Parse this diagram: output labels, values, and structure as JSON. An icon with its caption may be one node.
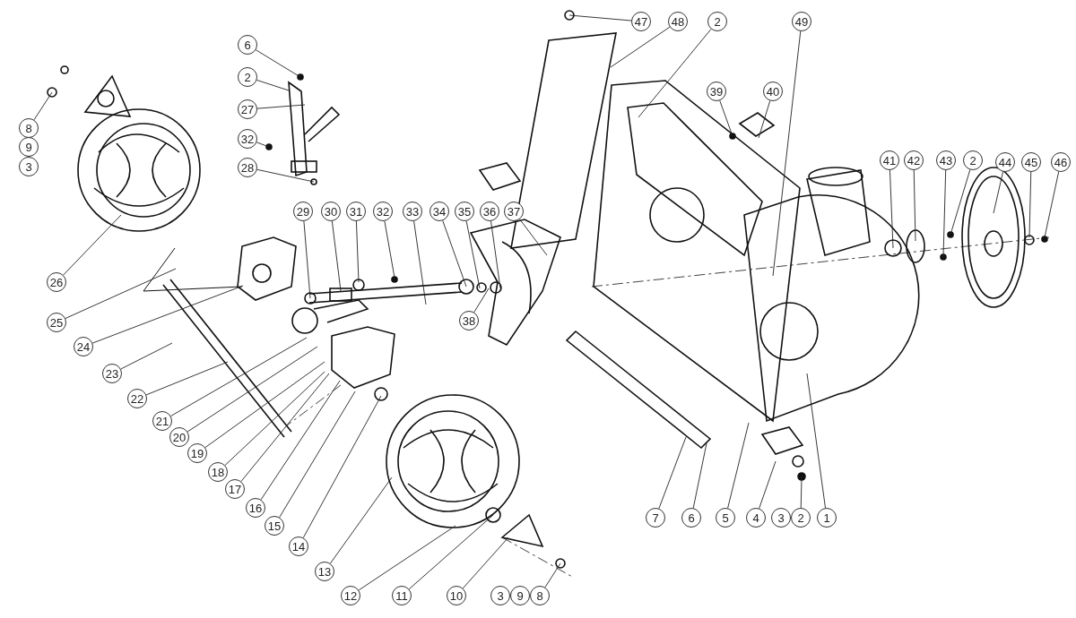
{
  "diagram": {
    "nodes": [
      {
        "text": [
          "47"
        ]
      },
      {
        "text": [
          "48"
        ]
      },
      {
        "text": [
          "2"
        ]
      },
      {
        "text": [
          "49"
        ]
      },
      {
        "text": [
          "6"
        ]
      },
      {
        "text": [
          "2"
        ]
      },
      {
        "text": [
          "27"
        ]
      },
      {
        "text": [
          "32"
        ]
      },
      {
        "text": [
          "28"
        ]
      },
      {
        "text": [
          "8"
        ]
      },
      {
        "text": [
          "9"
        ]
      },
      {
        "text": [
          "3"
        ]
      },
      {
        "text": [
          "39"
        ]
      },
      {
        "text": [
          "40"
        ]
      },
      {
        "text": [
          "41"
        ]
      },
      {
        "text": [
          "42"
        ]
      },
      {
        "text": [
          "43"
        ]
      },
      {
        "text": [
          "2"
        ]
      },
      {
        "text": [
          "44"
        ]
      },
      {
        "text": [
          "45"
        ]
      },
      {
        "text": [
          "46"
        ]
      },
      {
        "text": [
          "29"
        ]
      },
      {
        "text": [
          "30"
        ]
      },
      {
        "text": [
          "31"
        ]
      },
      {
        "text": [
          "32"
        ]
      },
      {
        "text": [
          "33"
        ]
      },
      {
        "text": [
          "34"
        ]
      },
      {
        "text": [
          "35"
        ]
      },
      {
        "text": [
          "36"
        ]
      },
      {
        "text": [
          "37"
        ]
      },
      {
        "text": [
          "26"
        ]
      },
      {
        "text": [
          "38"
        ]
      },
      {
        "text": [
          "25"
        ]
      },
      {
        "text": [
          "24"
        ]
      },
      {
        "text": [
          "23"
        ]
      },
      {
        "text": [
          "22"
        ]
      },
      {
        "text": [
          "21"
        ]
      },
      {
        "text": [
          "20"
        ]
      },
      {
        "text": [
          "19"
        ]
      },
      {
        "text": [
          "18"
        ]
      },
      {
        "text": [
          "17"
        ]
      },
      {
        "text": [
          "16"
        ]
      },
      {
        "text": [
          "15"
        ]
      },
      {
        "text": [
          "14"
        ]
      },
      {
        "text": [
          "13"
        ]
      },
      {
        "text": [
          "12"
        ]
      },
      {
        "text": [
          "11"
        ]
      },
      {
        "text": [
          "10"
        ]
      },
      {
        "text": [
          "3"
        ]
      },
      {
        "text": [
          "9"
        ]
      },
      {
        "text": [
          "8"
        ]
      },
      {
        "text": [
          "7"
        ]
      },
      {
        "text": [
          "6"
        ]
      },
      {
        "text": [
          "5"
        ]
      },
      {
        "text": [
          "4"
        ]
      },
      {
        "text": [
          "3"
        ]
      },
      {
        "text": [
          "2"
        ]
      },
      {
        "text": [
          "1"
        ]
      }
    ],
    "edges": [
      {
        "from": 0,
        "to": null,
        "arrow": "none"
      },
      {
        "from": 1,
        "to": null,
        "arrow": "none"
      },
      {
        "from": 2,
        "to": null,
        "arrow": "none"
      },
      {
        "from": 3,
        "to": null,
        "arrow": "none"
      },
      {
        "from": 4,
        "to": null,
        "arrow": "none"
      },
      {
        "from": 5,
        "to": null,
        "arrow": "none"
      },
      {
        "from": 6,
        "to": null,
        "arrow": "none"
      },
      {
        "from": 7,
        "to": null,
        "arrow": "none"
      },
      {
        "from": 8,
        "to": null,
        "arrow": "none"
      },
      {
        "from": 9,
        "to": null,
        "arrow": "none"
      },
      {
        "from": 12,
        "to": null,
        "arrow": "none"
      },
      {
        "from": 13,
        "to": null,
        "arrow": "none"
      },
      {
        "from": 14,
        "to": null,
        "arrow": "none"
      },
      {
        "from": 15,
        "to": null,
        "arrow": "none"
      },
      {
        "from": 16,
        "to": null,
        "arrow": "none"
      },
      {
        "from": 17,
        "to": null,
        "arrow": "none"
      },
      {
        "from": 18,
        "to": null,
        "arrow": "none"
      },
      {
        "from": 19,
        "to": null,
        "arrow": "none"
      },
      {
        "from": 20,
        "to": null,
        "arrow": "none"
      },
      {
        "from": 21,
        "to": null,
        "arrow": "none"
      },
      {
        "from": 22,
        "to": null,
        "arrow": "none"
      },
      {
        "from": 23,
        "to": null,
        "arrow": "none"
      },
      {
        "from": 24,
        "to": null,
        "arrow": "none"
      },
      {
        "from": 25,
        "to": null,
        "arrow": "none"
      },
      {
        "from": 26,
        "to": null,
        "arrow": "none"
      },
      {
        "from": 27,
        "to": null,
        "arrow": "none"
      },
      {
        "from": 28,
        "to": null,
        "arrow": "none"
      },
      {
        "from": 29,
        "to": null,
        "arrow": "none"
      },
      {
        "from": 30,
        "to": null,
        "arrow": "none"
      },
      {
        "from": 31,
        "to": null,
        "arrow": "none"
      },
      {
        "from": 32,
        "to": null,
        "arrow": "none"
      },
      {
        "from": 33,
        "to": null,
        "arrow": "none"
      },
      {
        "from": 34,
        "to": null,
        "arrow": "none"
      },
      {
        "from": 35,
        "to": null,
        "arrow": "none"
      },
      {
        "from": 36,
        "to": null,
        "arrow": "none"
      },
      {
        "from": 37,
        "to": null,
        "arrow": "none"
      },
      {
        "from": 38,
        "to": null,
        "arrow": "none"
      },
      {
        "from": 39,
        "to": null,
        "arrow": "none"
      },
      {
        "from": 40,
        "to": null,
        "arrow": "none"
      },
      {
        "from": 41,
        "to": null,
        "arrow": "none"
      },
      {
        "from": 42,
        "to": null,
        "arrow": "none"
      },
      {
        "from": 43,
        "to": null,
        "arrow": "none"
      },
      {
        "from": 44,
        "to": null,
        "arrow": "none"
      },
      {
        "from": 45,
        "to": null,
        "arrow": "none"
      },
      {
        "from": 46,
        "to": null,
        "arrow": "none"
      },
      {
        "from": 47,
        "to": null,
        "arrow": "none"
      },
      {
        "from": 50,
        "to": null,
        "arrow": "none"
      },
      {
        "from": 51,
        "to": null,
        "arrow": "none"
      },
      {
        "from": 52,
        "to": null,
        "arrow": "none"
      },
      {
        "from": 53,
        "to": null,
        "arrow": "none"
      },
      {
        "from": 54,
        "to": null,
        "arrow": "none"
      },
      {
        "from": 56,
        "to": null,
        "arrow": "none"
      },
      {
        "from": 57,
        "to": null,
        "arrow": "none"
      }
    ]
  }
}
